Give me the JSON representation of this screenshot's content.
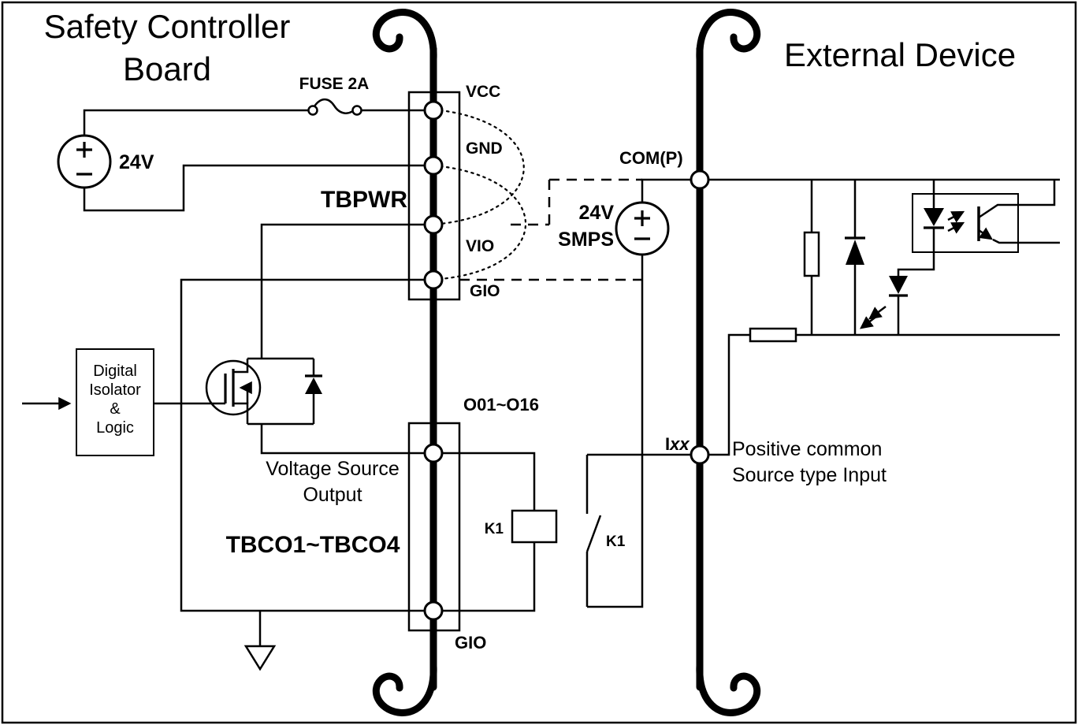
{
  "colors": {
    "ink": "#000000",
    "background": "#ffffff"
  },
  "left_board": {
    "title_line1": "Safety Controller",
    "title_line2": "Board",
    "supply_label": "24V",
    "fuse_label": "FUSE 2A",
    "power_block": {
      "name": "TBPWR",
      "terminal_vcc": "VCC",
      "terminal_gnd": "GND",
      "terminal_vio": "VIO",
      "terminal_gio": "GIO"
    },
    "isolator_line1": "Digital",
    "isolator_line2": "Isolator",
    "isolator_line3": "&",
    "isolator_line4": "Logic",
    "output_caption_line1": "Voltage Source",
    "output_caption_line2": "Output",
    "output_block": {
      "name": "TBCO1~TBCO4",
      "terminal_top": "O01~O16",
      "terminal_bottom": "GIO"
    },
    "relay_coil_label": "K1"
  },
  "field_wiring": {
    "com_label": "COM(P)",
    "smps_label_line1": "24V",
    "smps_label_line2": "SMPS",
    "contact_label": "K1"
  },
  "external_device": {
    "title": "External Device",
    "input_label_prefix": "I",
    "input_label_suffix": "xx",
    "input_caption_line1": "Positive common",
    "input_caption_line2": "Source type Input"
  }
}
